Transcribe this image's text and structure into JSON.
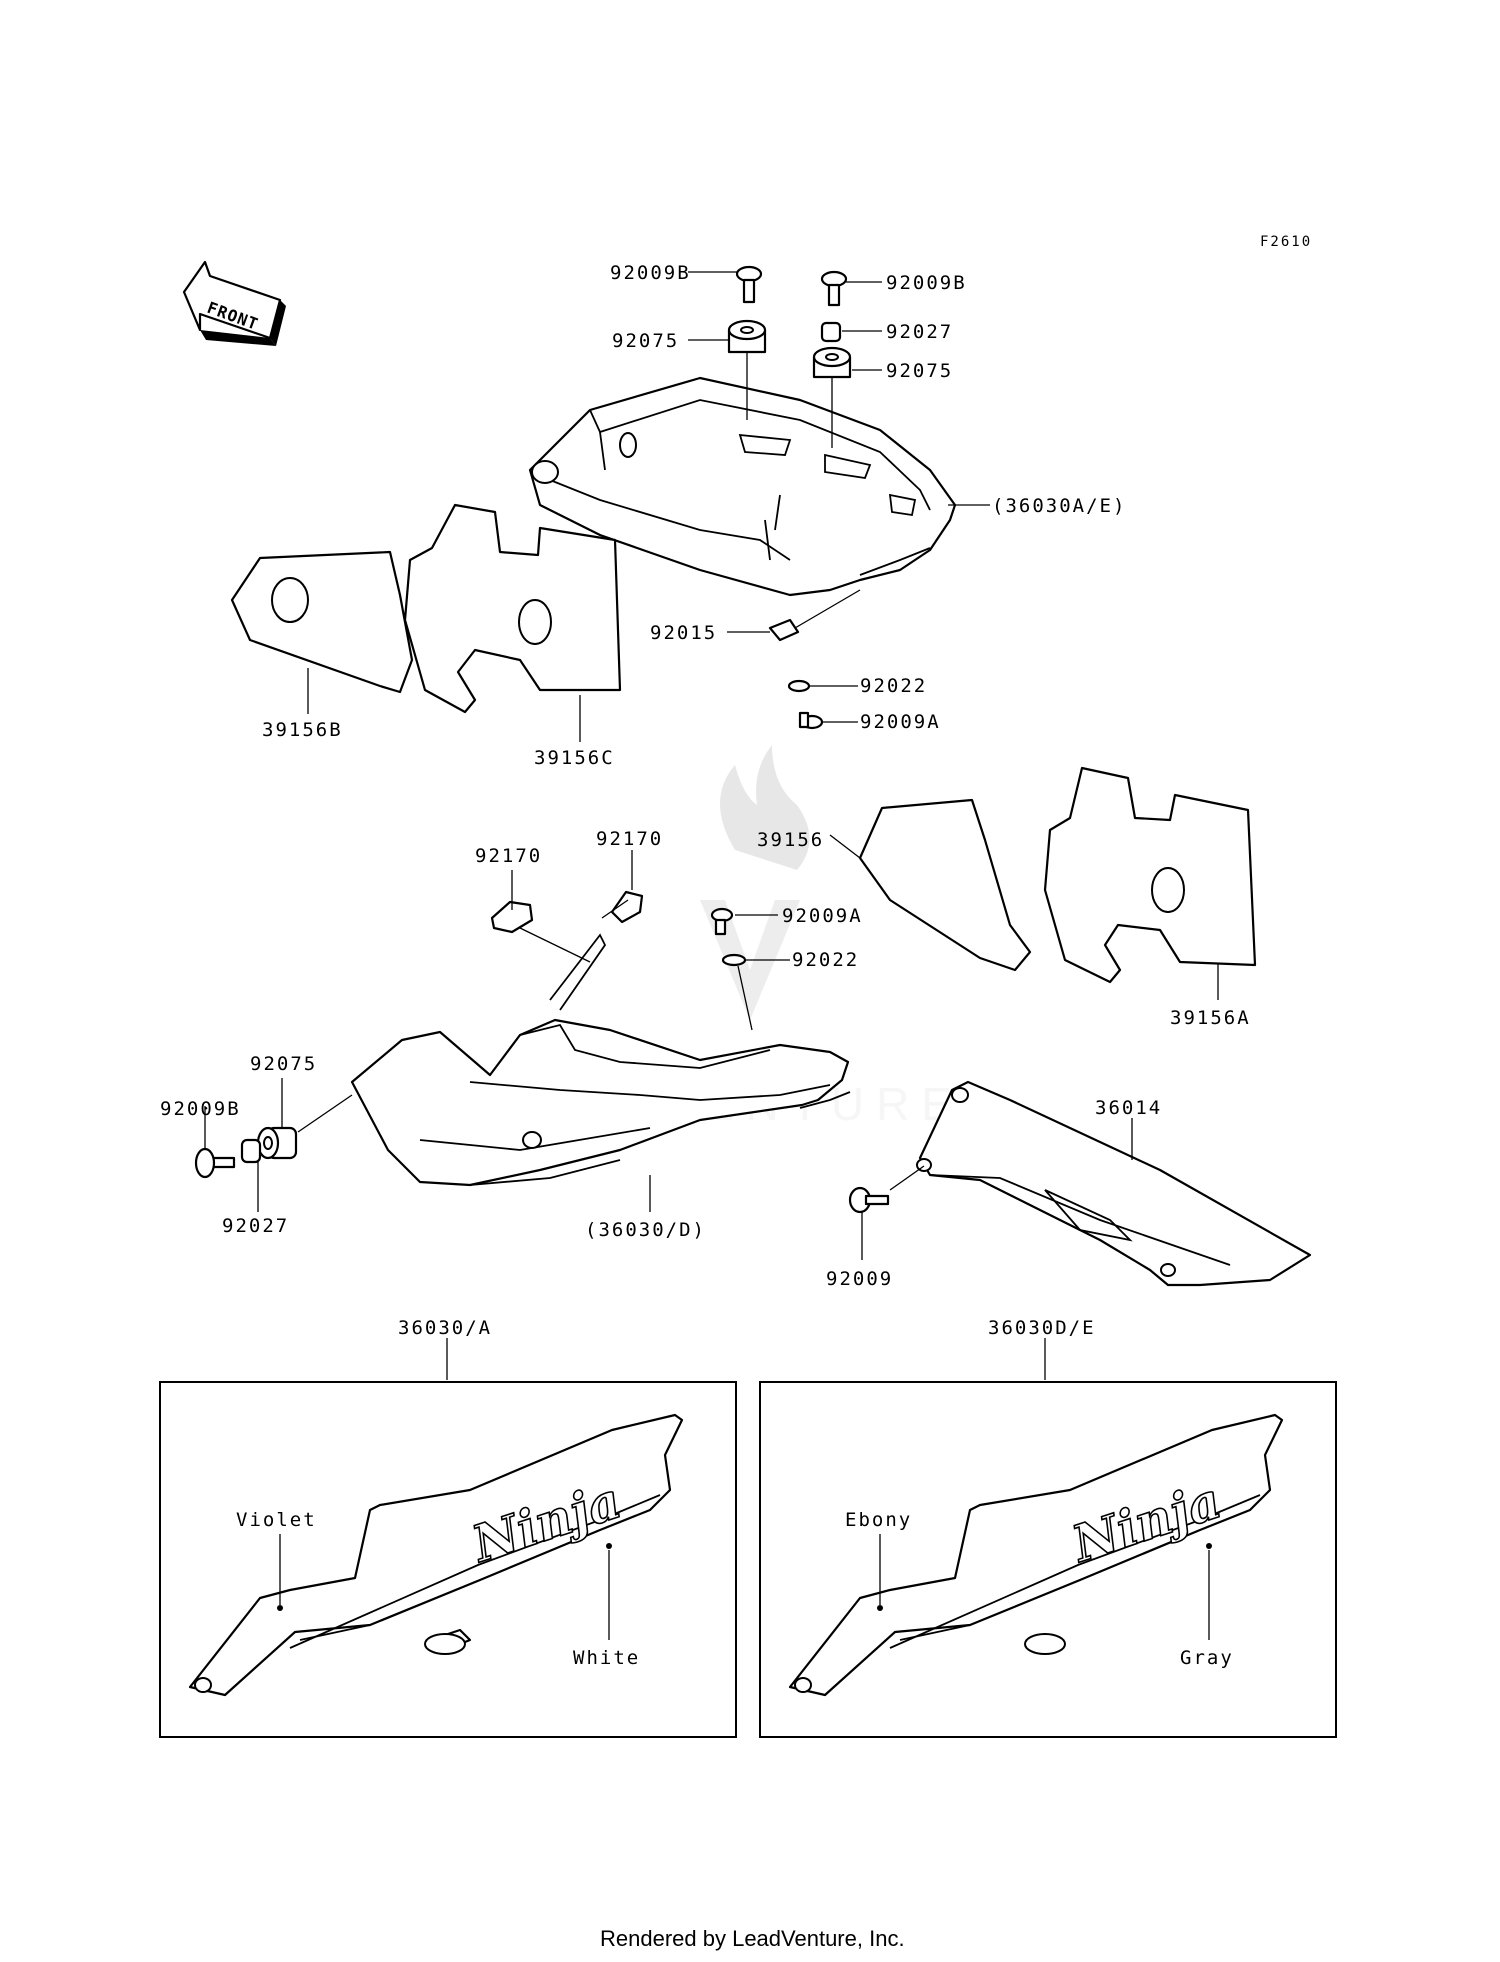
{
  "diagram_code": "F2610",
  "front_label": "FRONT",
  "watermark": "LEADVENTURE",
  "footer": "Rendered by LeadVenture, Inc.",
  "labels": {
    "p92009B_a": "92009B",
    "p92009B_b": "92009B",
    "p92075_a": "92075",
    "p92027_a": "92027",
    "p92075_b": "92075",
    "p36030AE": "(36030A/E)",
    "p92015": "92015",
    "p92022_a": "92022",
    "p92009A_a": "92009A",
    "p39156B": "39156B",
    "p39156C": "39156C",
    "p92170_a": "92170",
    "p92170_b": "92170",
    "p39156": "39156",
    "p92009A_b": "92009A",
    "p92022_b": "92022",
    "p39156A": "39156A",
    "p92075_c": "92075",
    "p92009B_c": "92009B",
    "p92027_b": "92027",
    "p36030D": "(36030/D)",
    "p36014": "36014",
    "p92009": "92009",
    "p36030A": "36030/A",
    "p36030DE": "36030D/E"
  },
  "variants": [
    {
      "title": "36030/A",
      "base_color": "Violet",
      "stripe_color": "White",
      "logo": "Ninja"
    },
    {
      "title": "36030D/E",
      "base_color": "Ebony",
      "stripe_color": "Gray",
      "logo": "Ninja"
    }
  ]
}
